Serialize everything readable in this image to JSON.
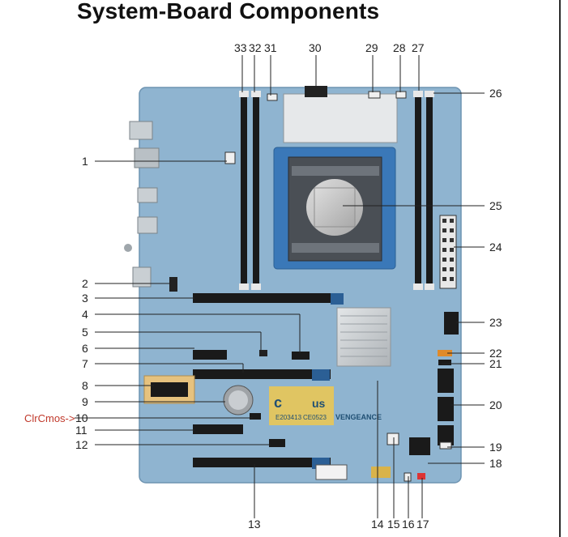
{
  "title": "System-Board Components",
  "clrcmos_label": "ClrCmos->",
  "callouts": {
    "c1": "1",
    "c2": "2",
    "c3": "3",
    "c4": "4",
    "c5": "5",
    "c6": "6",
    "c7": "7",
    "c8": "8",
    "c9": "9",
    "c10": "10",
    "c11": "11",
    "c12": "12",
    "c13": "13",
    "c14": "14",
    "c15": "15",
    "c16": "16",
    "c17": "17",
    "c18": "18",
    "c19": "19",
    "c20": "20",
    "c21": "21",
    "c22": "22",
    "c23": "23",
    "c24": "24",
    "c25": "25",
    "c26": "26",
    "c27": "27",
    "c28": "28",
    "c29": "29",
    "c30": "30",
    "c31": "31",
    "c32": "32",
    "c33": "33"
  },
  "board_marks": {
    "cert1": "E203413",
    "cert2": "CE0523",
    "brand": "VENGEANCE",
    "us_mark": "us",
    "c_mark": "c"
  },
  "colors": {
    "board": "#8fb4d0",
    "socket": "#3a78b8",
    "heatsink": "#c7cbce",
    "slot": "#1a1a1a",
    "callout_red": "#c0392b"
  }
}
